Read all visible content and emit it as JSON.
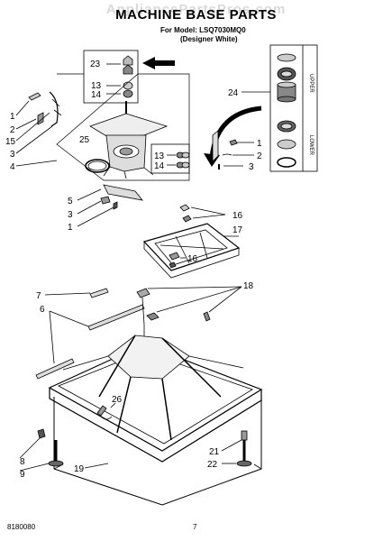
{
  "header": {
    "watermark": "AppliancePartsPros.com",
    "title": "MACHINE BASE PARTS",
    "model_line": "For Model: LSQ7030MQ0",
    "color_line": "(Designer White)"
  },
  "side_labels": {
    "upper": "UPPER",
    "lower": "LOWER"
  },
  "callouts": {
    "c23": "23",
    "c13a": "13",
    "c14a": "14",
    "c1a": "1",
    "c2a": "2",
    "c15": "15",
    "c3a": "3",
    "c4": "4",
    "c25": "25",
    "c13b": "13",
    "c14b": "14",
    "c24": "24",
    "c1b": "1",
    "c2b": "2",
    "c3b": "3",
    "c5": "5",
    "c3c": "3",
    "c1c": "1",
    "c16a": "16",
    "c17": "17",
    "c16b": "16",
    "c7": "7",
    "c18": "18",
    "c6": "6",
    "c26": "26",
    "c8": "8",
    "c9": "9",
    "c19": "19",
    "c21": "21",
    "c22": "22"
  },
  "footer": {
    "doc_number": "8180080",
    "page_number": "7"
  }
}
